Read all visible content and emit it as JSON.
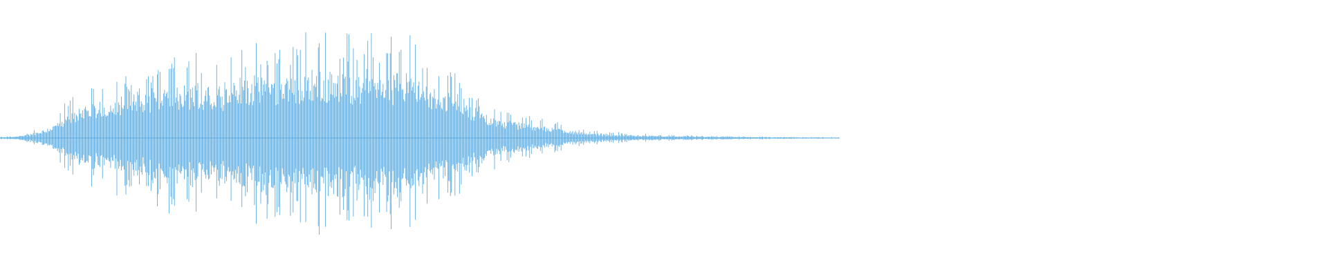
{
  "waveform": {
    "color": "#5dade2",
    "background": "#ffffff",
    "audio_fraction": 0.632,
    "progress": 0,
    "envelope": [
      [
        0.0,
        0.01
      ],
      [
        0.01,
        0.02
      ],
      [
        0.02,
        0.05
      ],
      [
        0.03,
        0.1
      ],
      [
        0.04,
        0.18
      ],
      [
        0.05,
        0.35
      ],
      [
        0.06,
        0.46
      ],
      [
        0.07,
        0.5
      ],
      [
        0.08,
        0.56
      ],
      [
        0.095,
        0.62
      ],
      [
        0.11,
        0.7
      ],
      [
        0.13,
        0.76
      ],
      [
        0.15,
        0.8
      ],
      [
        0.17,
        0.83
      ],
      [
        0.19,
        0.88
      ],
      [
        0.21,
        0.92
      ],
      [
        0.23,
        0.96
      ],
      [
        0.25,
        0.99
      ],
      [
        0.27,
        1.0
      ],
      [
        0.29,
        0.98
      ],
      [
        0.31,
        0.92
      ],
      [
        0.325,
        0.8
      ],
      [
        0.34,
        0.7
      ],
      [
        0.35,
        0.56
      ],
      [
        0.365,
        0.36
      ],
      [
        0.38,
        0.27
      ],
      [
        0.4,
        0.21
      ],
      [
        0.42,
        0.15
      ],
      [
        0.44,
        0.08
      ],
      [
        0.47,
        0.05
      ],
      [
        0.5,
        0.03
      ],
      [
        0.54,
        0.02
      ],
      [
        0.58,
        0.012
      ],
      [
        0.632,
        0.008
      ]
    ]
  }
}
